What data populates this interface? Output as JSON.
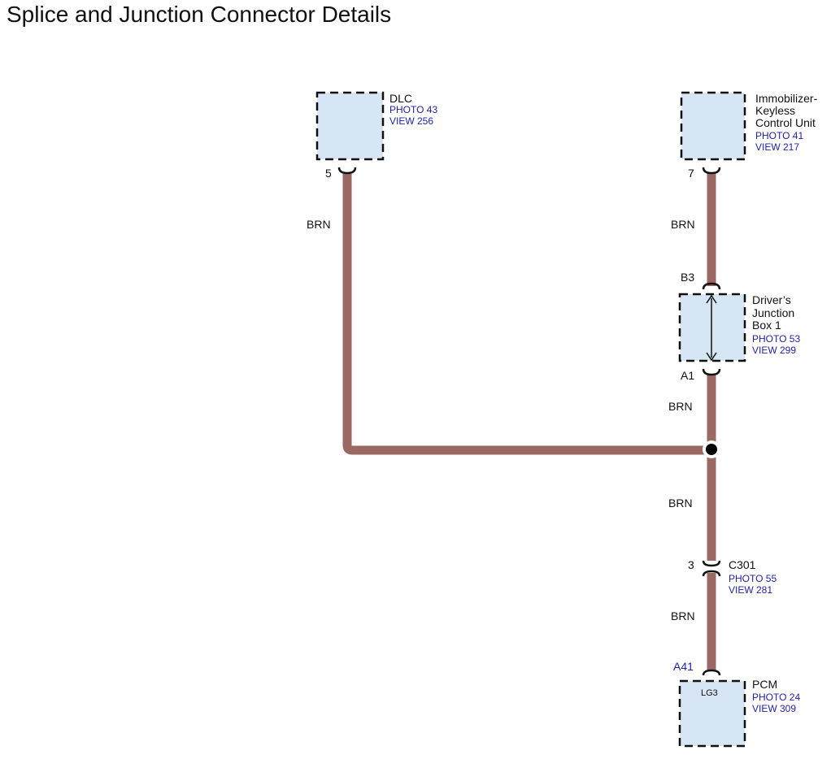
{
  "page": {
    "title": "Splice and Junction Connector Details"
  },
  "colors": {
    "wire": "#9a6963",
    "box_fill": "#d7e6f4",
    "box_border": "#111111",
    "ref_text": "#1f1fa8"
  },
  "components": {
    "dlc": {
      "name": "DLC",
      "photo": "PHOTO 43",
      "view": "VIEW 256",
      "pin": "5"
    },
    "immobilizer": {
      "name_line1": "Immobilizer-",
      "name_line2": "Keyless",
      "name_line3": "Control Unit",
      "photo": "PHOTO 41",
      "view": "VIEW 217",
      "pin": "7"
    },
    "junction_box": {
      "name_line1": "Driver’s",
      "name_line2": "Junction",
      "name_line3": "Box 1",
      "photo": "PHOTO 53",
      "view": "VIEW 299",
      "pin_top": "B3",
      "pin_bottom": "A1"
    },
    "c301": {
      "name": "C301",
      "photo": "PHOTO 55",
      "view": "VIEW 281",
      "pin": "3"
    },
    "pcm": {
      "name": "PCM",
      "photo": "PHOTO 24",
      "view": "VIEW 309",
      "pin": "A41",
      "inner_label": "LG3"
    }
  },
  "wires": {
    "left_color": "BRN",
    "right_upper_color": "BRN",
    "right_middle_color": "BRN",
    "right_lower_color": "BRN",
    "bottom_color": "BRN"
  }
}
